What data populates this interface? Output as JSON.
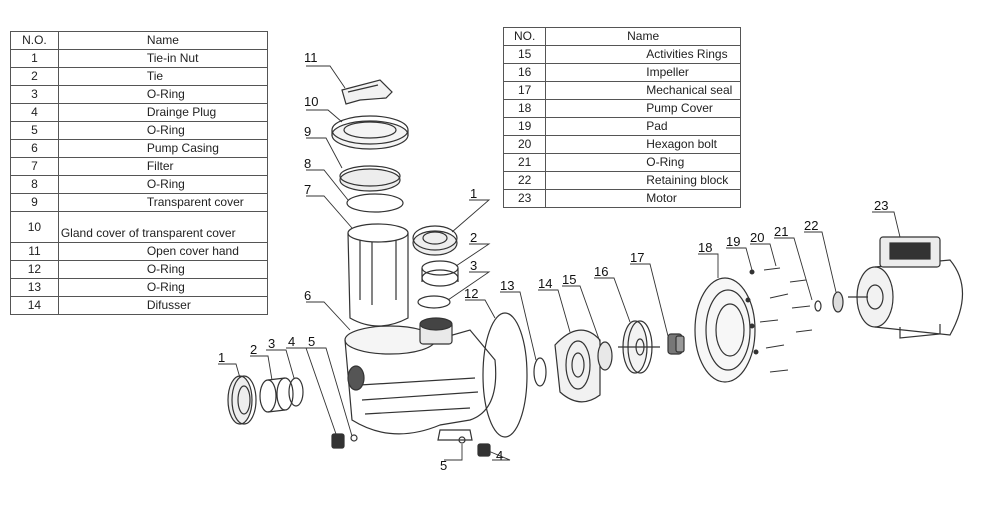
{
  "left_table": {
    "header_no": "N.O.",
    "header_name": "Name",
    "rows": [
      {
        "no": "1",
        "name": "Tie-in Nut"
      },
      {
        "no": "2",
        "name": "Tie"
      },
      {
        "no": "3",
        "name": "O-Ring"
      },
      {
        "no": "4",
        "name": "Drainge Plug"
      },
      {
        "no": "5",
        "name": "O-Ring"
      },
      {
        "no": "6",
        "name": "Pump Casing"
      },
      {
        "no": "7",
        "name": "Filter"
      },
      {
        "no": "8",
        "name": "O-Ring"
      },
      {
        "no": "9",
        "name": "Transparent cover"
      },
      {
        "no": "10",
        "name": "Gland cover of transparent cover"
      },
      {
        "no": "11",
        "name": "Open cover hand"
      },
      {
        "no": "12",
        "name": "O-Ring"
      },
      {
        "no": "13",
        "name": "O-Ring"
      },
      {
        "no": "14",
        "name": "Difusser"
      }
    ]
  },
  "right_table": {
    "header_no": "NO.",
    "header_name": "Name",
    "rows": [
      {
        "no": "15",
        "name": "Activities Rings"
      },
      {
        "no": "16",
        "name": "Impeller"
      },
      {
        "no": "17",
        "name": "Mechanical seal"
      },
      {
        "no": "18",
        "name": "Pump Cover"
      },
      {
        "no": "19",
        "name": "Pad"
      },
      {
        "no": "20",
        "name": "Hexagon bolt"
      },
      {
        "no": "21",
        "name": "O-Ring"
      },
      {
        "no": "22",
        "name": "Retaining block"
      },
      {
        "no": "23",
        "name": "Motor"
      }
    ]
  },
  "callouts": {
    "c11": "11",
    "c10": "10",
    "c9": "9",
    "c8": "8",
    "c7": "7",
    "c6": "6",
    "c1a": "1",
    "c2a": "2",
    "c3a": "3",
    "c12": "12",
    "c13": "13",
    "c14": "14",
    "c15": "15",
    "c16": "16",
    "c17": "17",
    "c18": "18",
    "c19": "19",
    "c20": "20",
    "c21": "21",
    "c22": "22",
    "c23": "23",
    "c1b": "1",
    "c2b": "2",
    "c3b": "3",
    "c4a": "4",
    "c5a": "5",
    "c5b": "5",
    "c4b": "4"
  }
}
